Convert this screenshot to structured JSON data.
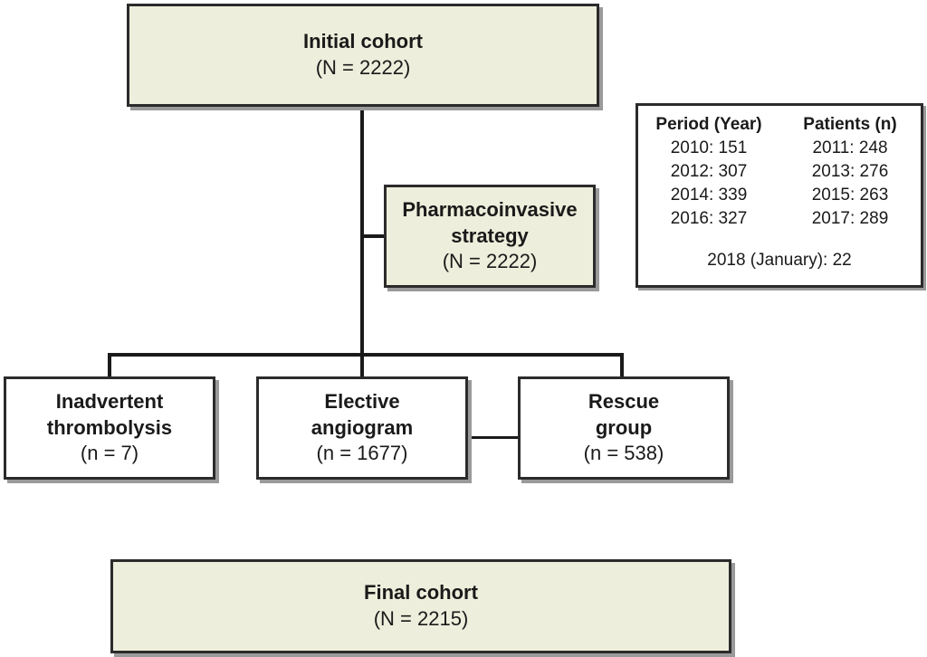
{
  "initial": {
    "title": "Initial cohort",
    "count": "(N = 2222)"
  },
  "pharmacoinvasive": {
    "title_line1": "Pharmacoinvasive",
    "title_line2": "strategy",
    "count": "(N = 2222)"
  },
  "inadvertent": {
    "title_line1": "Inadvertent",
    "title_line2": "thrombolysis",
    "count": "(n = 7)"
  },
  "elective": {
    "title_line1": "Elective",
    "title_line2": "angiogram",
    "count": "(n = 1677)"
  },
  "rescue": {
    "title_line1": "Rescue",
    "title_line2": "group",
    "count": "(n = 538)"
  },
  "final": {
    "title": "Final cohort",
    "count": "(N = 2215)"
  },
  "period_table": {
    "headers": [
      "Period (Year)",
      "Patients (n)"
    ],
    "left": [
      "2010: 151",
      "2012: 307",
      "2014: 339",
      "2016: 327"
    ],
    "right": [
      "2011: 248",
      "2013: 276",
      "2015: 263",
      "2017: 289"
    ],
    "footer": "2018 (January): 22"
  },
  "colors": {
    "box_fill": "#eeeedc",
    "border": "#2b2b2b",
    "shadow": "#9a9a9a"
  }
}
